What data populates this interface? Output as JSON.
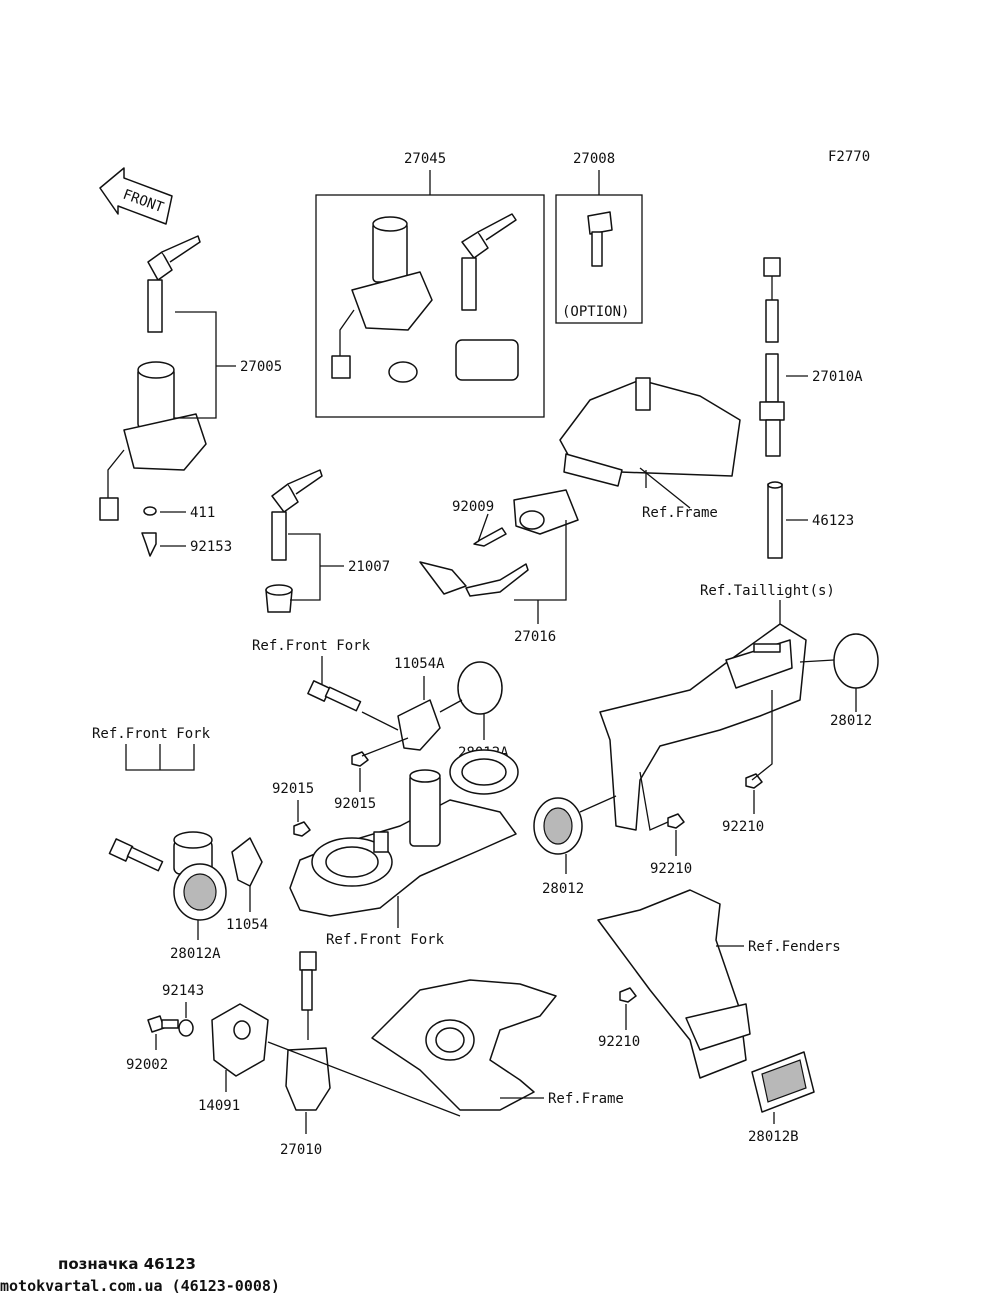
{
  "figure_code": "F2770",
  "front_arrow_label": "FRONT",
  "option_label": "(OPTION)",
  "part_numbers": {
    "p27045": "27045",
    "p27008": "27008",
    "p27005": "27005",
    "p411": "411",
    "p92153": "92153",
    "p21007": "21007",
    "p92009": "92009",
    "p27016": "27016",
    "p27010A": "27010A",
    "p46123": "46123",
    "p11054A": "11054A",
    "p28012A_top": "28012A",
    "p92015_top": "92015",
    "p92015_left": "92015",
    "p11054": "11054",
    "p28012A_bottom": "28012A",
    "p28012_right": "28012",
    "p92210_right": "92210",
    "p92210_mid": "92210",
    "p28012_mid": "28012",
    "p92143": "92143",
    "p92002": "92002",
    "p14091": "14091",
    "p27010": "27010",
    "p92210_low": "92210",
    "p28012B": "28012B"
  },
  "references": {
    "frame_top": "Ref.Frame",
    "taillights": "Ref.Taillight(s)",
    "front_fork_top": "Ref.Front Fork",
    "front_fork_left": "Ref.Front Fork",
    "front_fork_bottom": "Ref.Front Fork",
    "fenders": "Ref.Fenders",
    "frame_bottom": "Ref.Frame"
  },
  "footer": {
    "caption": "позначка 46123",
    "source": "motokvartal.com.ua (46123-0008)"
  }
}
